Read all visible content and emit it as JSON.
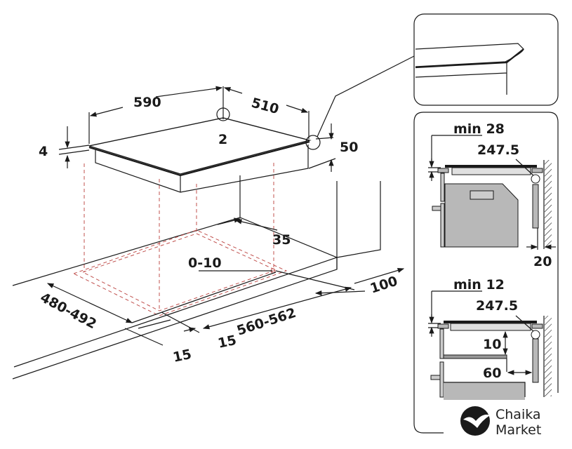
{
  "main_drawing": {
    "labels": {
      "width": "590",
      "depth": "510",
      "detail_ref": "2",
      "glass_thickness": "4",
      "body_height": "50",
      "back_clearance": "35",
      "offset": "0-10",
      "front_distance": "100",
      "cutout_depth": "480-492",
      "cutout_width": "560-562",
      "margin_left": "15",
      "margin_right": "15"
    }
  },
  "section_top": {
    "min_label": "min 28",
    "ref_label": "247.5",
    "wall_gap": "20"
  },
  "section_bottom": {
    "min_label": "min 12",
    "ref_label": "247.5",
    "gap_vertical": "10",
    "gap_horizontal": "60"
  },
  "logo": {
    "line1": "Chaika",
    "line2": "Market"
  },
  "colors": {
    "line": "#1a1a1a",
    "dashed": "#c0504d",
    "fill_gray": "#b8b8b8"
  }
}
